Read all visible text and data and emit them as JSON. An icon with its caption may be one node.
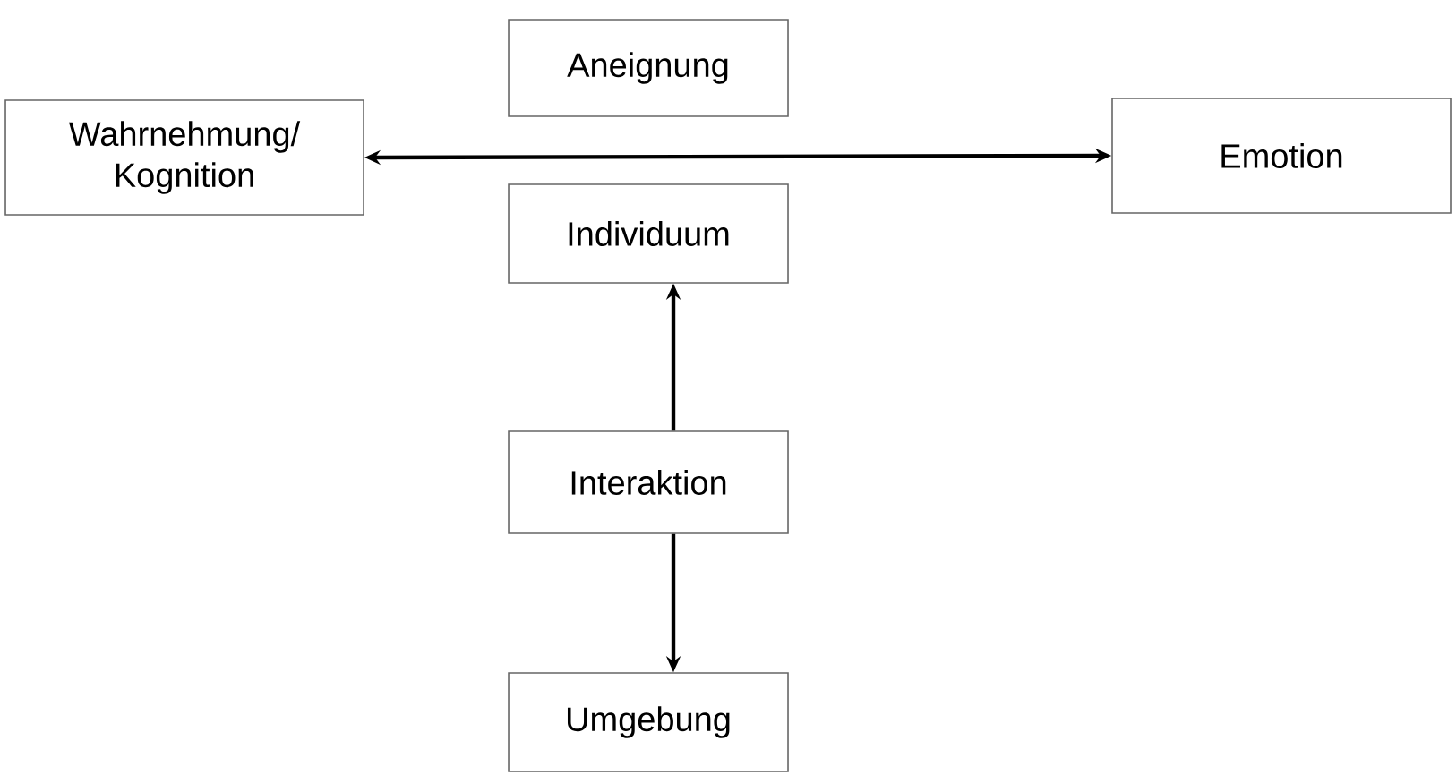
{
  "diagram": {
    "nodes": [
      {
        "text": [
          "Aneignung"
        ]
      },
      {
        "text": [
          "Wahrnehmung/ Kognition"
        ]
      },
      {
        "text": [
          "Emotion"
        ]
      },
      {
        "text": [
          "Individuum"
        ]
      },
      {
        "text": [
          "Interaktion"
        ]
      },
      {
        "text": [
          "Umgebung"
        ]
      }
    ],
    "edges": [
      {
        "from": 1,
        "to": 2,
        "arrow": "both"
      },
      {
        "from": 4,
        "to": 3,
        "arrow": "to"
      },
      {
        "from": 4,
        "to": 5,
        "arrow": "to"
      }
    ]
  }
}
